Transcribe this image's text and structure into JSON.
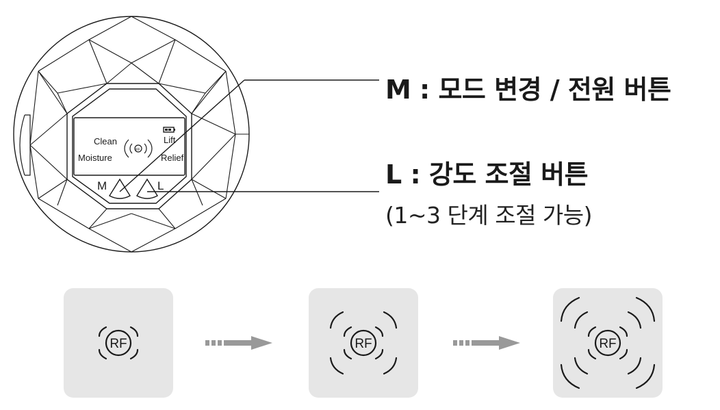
{
  "device": {
    "lcd": {
      "clean_label": "Clean",
      "moisture_label": "Moisture",
      "lift_label": "Lift",
      "relief_label": "Relief",
      "rf_label": "RF",
      "m_label": "M",
      "l_label": "L"
    }
  },
  "callouts": {
    "m_text": "M : 모드 변경 / 전원 버튼",
    "l_text": "L  : 강도 조절 버튼",
    "l_subtext": "(1~3 단계 조절 가능)"
  },
  "levels": {
    "rf_label": "RF",
    "count": 3
  },
  "colors": {
    "line": "#1a1a1a",
    "box_bg": "#e6e6e6",
    "arrow": "#999999"
  }
}
